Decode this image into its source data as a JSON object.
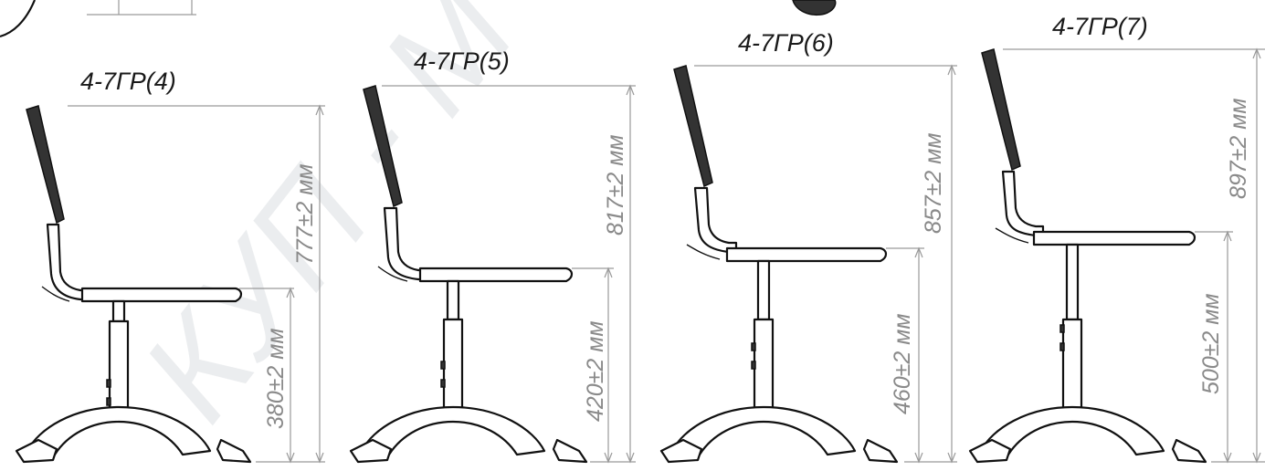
{
  "watermark": {
    "text": "КУП - М"
  },
  "chairs": [
    {
      "model": "4-7ГР(4)",
      "total_height": "777±2 мм",
      "seat_height": "380±2 мм"
    },
    {
      "model": "4-7ГР(5)",
      "total_height": "817±2 мм",
      "seat_height": "420±2 мм"
    },
    {
      "model": "4-7ГР(6)",
      "total_height": "857±2 мм",
      "seat_height": "460±2 мм"
    },
    {
      "model": "4-7ГР(7)",
      "total_height": "897±2 мм",
      "seat_height": "500±2 мм"
    }
  ]
}
